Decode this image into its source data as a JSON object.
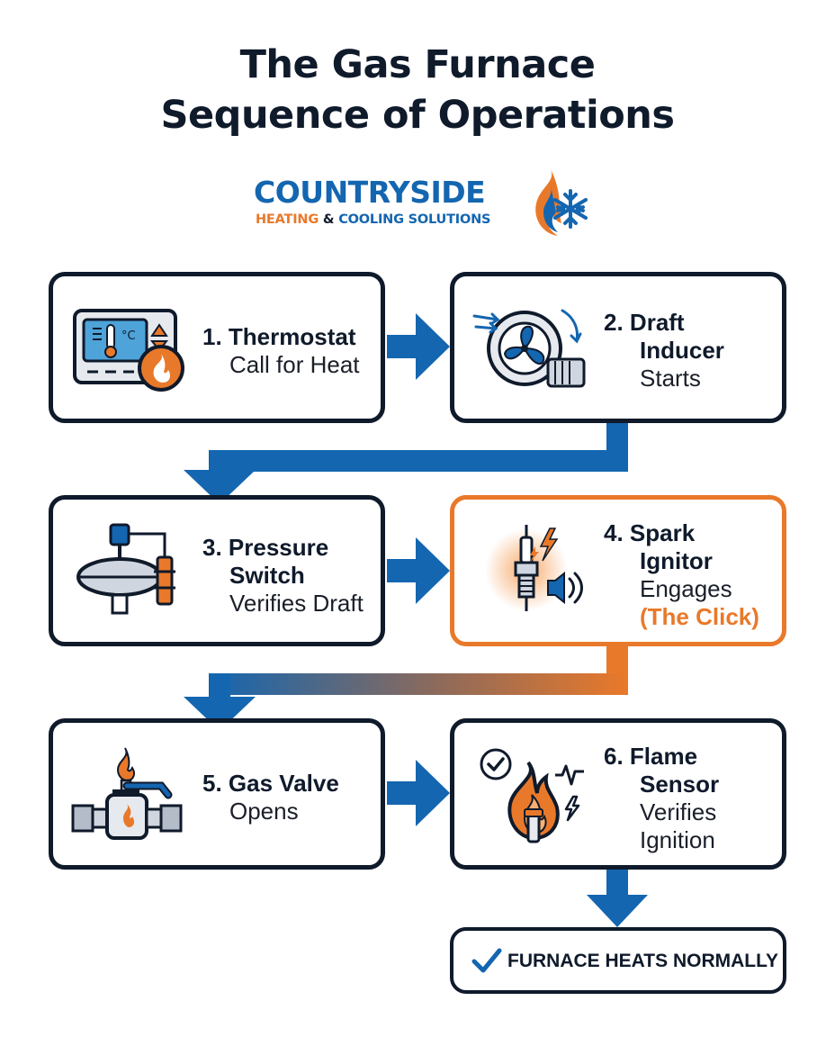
{
  "title": {
    "line1": "The Gas Furnace",
    "line2": "Sequence of Operations"
  },
  "logo": {
    "name": "COUNTRYSIDE",
    "sub_part1": "HEATING",
    "sub_part2": " & ",
    "sub_part3": "COOLING SOLUTIONS",
    "icon": "flame-snowflake-icon"
  },
  "steps": [
    {
      "num": "1.",
      "title": "Thermostat",
      "desc": "Call for Heat",
      "icon": "thermostat-icon"
    },
    {
      "num": "2.",
      "title_line1": "Draft",
      "title_line2": "Inducer",
      "desc": "Starts",
      "icon": "draft-inducer-fan-icon"
    },
    {
      "num": "3.",
      "title_line1": "Pressure",
      "title_line2": "Switch",
      "desc": "Verifies Draft",
      "icon": "pressure-switch-icon"
    },
    {
      "num": "4.",
      "title_line1": "Spark",
      "title_line2": "Ignitor",
      "desc": "Engages",
      "note": "(The Click)",
      "icon": "spark-ignitor-icon"
    },
    {
      "num": "5.",
      "title": "Gas Valve",
      "desc": "Opens",
      "icon": "gas-valve-icon"
    },
    {
      "num": "6.",
      "title_line1": "Flame",
      "title_line2": "Sensor",
      "desc_line1": "Verifies",
      "desc_line2": "Ignition",
      "icon": "flame-sensor-icon"
    }
  ],
  "result": {
    "text": "FURNACE HEATS NORMALLY",
    "icon": "check-icon"
  },
  "colors": {
    "navy": "#0f1a2b",
    "blue": "#1466b0",
    "orange": "#e9792a"
  }
}
